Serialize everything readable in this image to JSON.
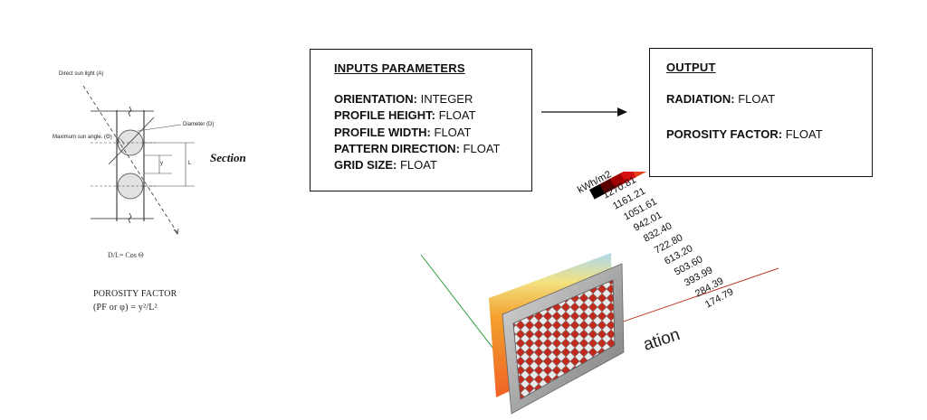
{
  "section": {
    "direct_sun_label": "Direct sun light (A)",
    "diameter_label": "Diameter (D)",
    "max_angle_label": "Maximum sun angle. (Θ)",
    "y_label": "y",
    "l_label": "L",
    "caption": "Section",
    "formula": "D/L= Cos Θ",
    "porosity_title": "POROSITY FACTOR",
    "porosity_formula": "(PF or φ) = y²/L²"
  },
  "inputs_box": {
    "title": "INPUTS PARAMETERS",
    "params": [
      {
        "name": "ORIENTATION:",
        "type": "INTEGER"
      },
      {
        "name": "PROFILE HEIGHT:",
        "type": "FLOAT"
      },
      {
        "name": "PROFILE WIDTH:",
        "type": "FLOAT"
      },
      {
        "name": "PATTERN DIRECTION:",
        "type": "FLOAT"
      },
      {
        "name": "GRID SIZE:",
        "type": "FLOAT"
      }
    ]
  },
  "output_box": {
    "title": "OUTPUT",
    "params": [
      {
        "name": "RADIATION:",
        "type": "FLOAT"
      },
      {
        "name": "POROSITY FACTOR:",
        "type": "FLOAT"
      }
    ]
  },
  "legend": {
    "unit": "kWh/m2",
    "values": [
      "1270.81",
      "1161.21",
      "1051.61",
      "942.01",
      "832.40",
      "722.80",
      "613.20",
      "503.60",
      "393.99",
      "284.39",
      "174.79"
    ],
    "colors": [
      "#000000",
      "#5a0000",
      "#a00000",
      "#d41010",
      "#e8401a",
      "#ee6a1e",
      "#f2941e",
      "#f5c22a",
      "#f2e65a",
      "#bfe0a0",
      "#8ccaf0"
    ]
  },
  "model": {
    "axis_text": "ation",
    "colors": {
      "x_axis": "#c0392b",
      "y_axis": "#2e9b3f",
      "frame": "#b8b8b8"
    }
  }
}
